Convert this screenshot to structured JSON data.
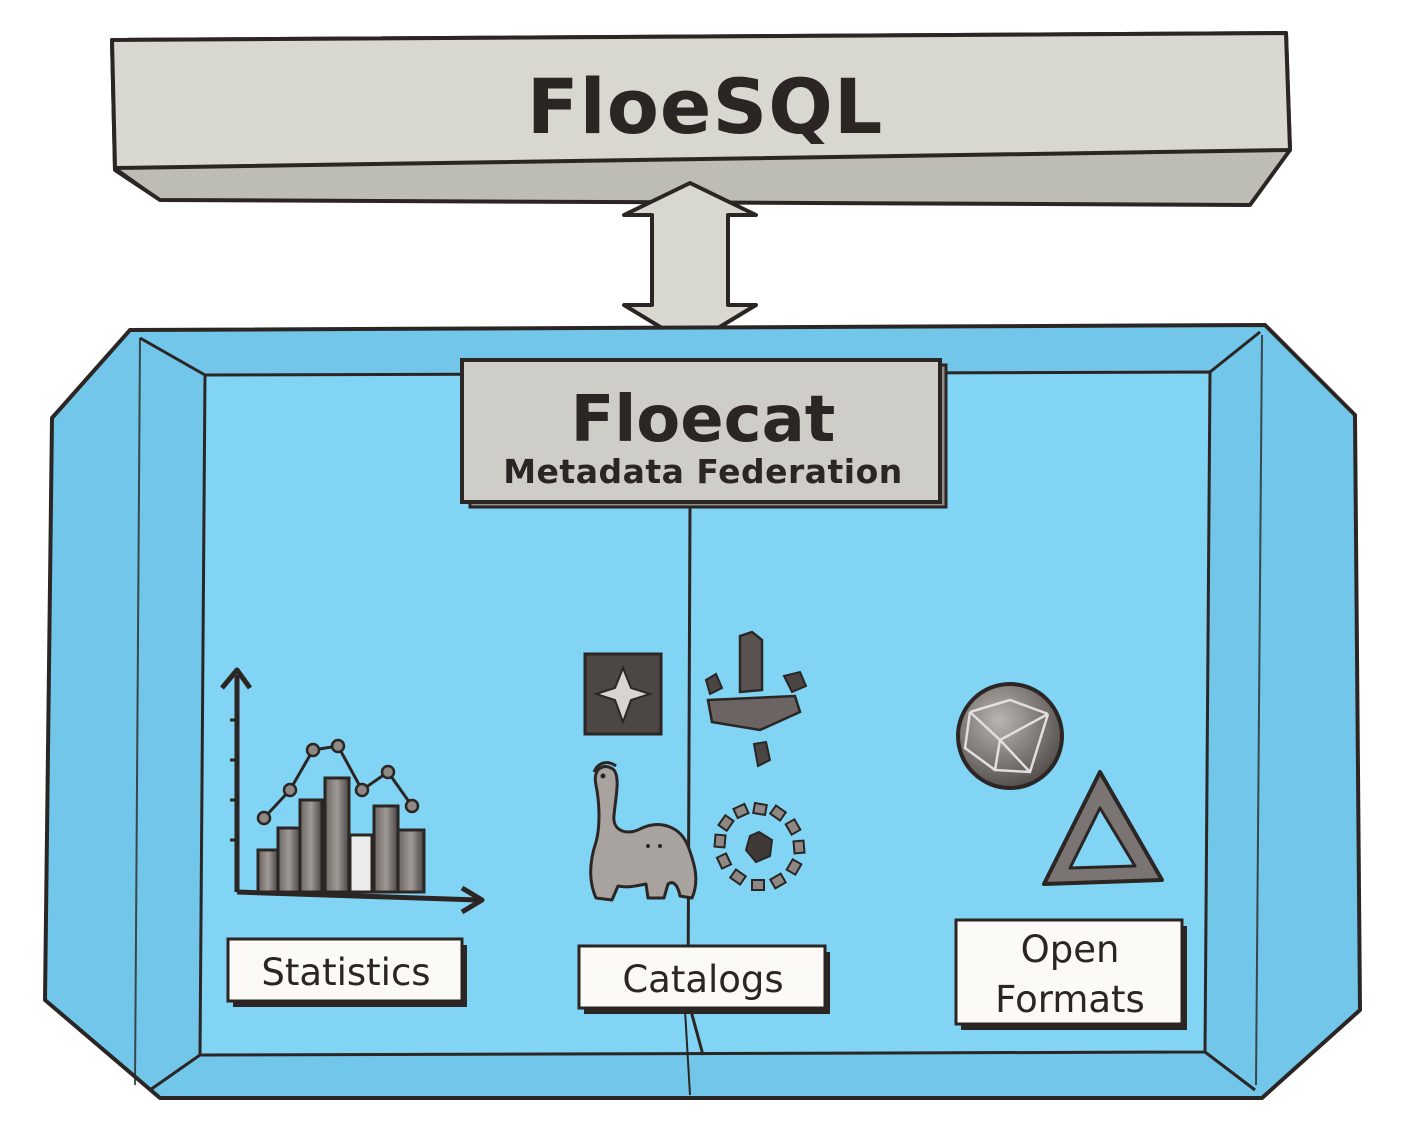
{
  "top_box": {
    "title": "FloeSQL"
  },
  "center_box": {
    "title": "Floecat",
    "subtitle": "Metadata Federation"
  },
  "sections": {
    "statistics": {
      "label": "Statistics"
    },
    "catalogs": {
      "label": "Catalogs"
    },
    "open_formats": {
      "label_line1": "Open",
      "label_line2": "Formats"
    }
  },
  "colors": {
    "blue_box": "#82d4f4",
    "blue_dark": "#72c6e9",
    "grey_box": "#d8d7d0",
    "grey_dark": "#bdbcb5",
    "ink": "#2b2523",
    "label_bg": "#fbfaf6"
  },
  "icons": {
    "statistics": "bar-chart-icon",
    "catalogs": [
      "star-square-icon",
      "layered-blocks-icon",
      "dinosaur-icon",
      "circular-tiles-icon"
    ],
    "open_formats": [
      "geodesic-sphere-icon",
      "triangle-delta-icon"
    ],
    "connector": "bidirectional-arrow-icon"
  }
}
